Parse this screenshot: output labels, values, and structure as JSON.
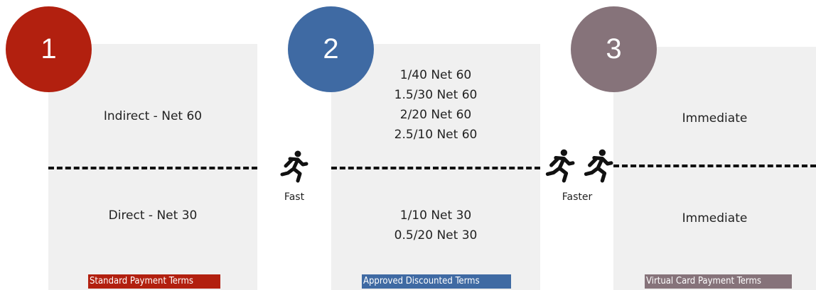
{
  "steps": [
    {
      "number": "1",
      "color": "#b2200f",
      "upper_terms": [
        "Indirect - Net 60"
      ],
      "lower_terms": [
        "Direct - Net 30"
      ],
      "label": "Standard Payment Terms",
      "label_color": "#b2200f"
    },
    {
      "number": "2",
      "color": "#3f6aa3",
      "upper_terms": [
        "1/40 Net 60",
        "1.5/30 Net 60",
        "2/20 Net 60",
        "2.5/10 Net 60"
      ],
      "lower_terms": [
        "1/10 Net 30",
        "0.5/20 Net 30"
      ],
      "label": "Approved Discounted Terms",
      "label_color": "#3f6aa3"
    },
    {
      "number": "3",
      "color": "#86737a",
      "upper_terms": [
        "Immediate"
      ],
      "lower_terms": [
        "Immediate"
      ],
      "label": "Virtual Card Payment Terms",
      "label_color": "#86737a"
    }
  ],
  "transitions": [
    {
      "label": "Fast",
      "icon": "running-person-icon",
      "runner_count": 1
    },
    {
      "label": "Faster",
      "icon": "running-person-icon",
      "runner_count": 2
    }
  ],
  "colors": {
    "panel_background": "#f0f0f0",
    "dash": "#111111"
  }
}
